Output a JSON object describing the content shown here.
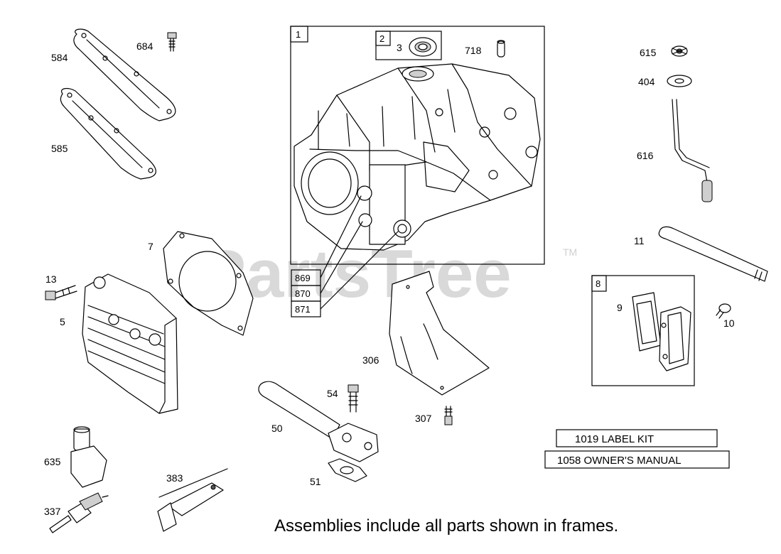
{
  "watermark": {
    "text": "PartsTree",
    "tm": "TM"
  },
  "footer_note": "Assemblies include all parts shown in frames.",
  "kits": {
    "label_kit": "1019 LABEL KIT",
    "owners_manual": "1058 OWNER'S MANUAL"
  },
  "frames": {
    "frame_1": "1",
    "frame_2": "2",
    "frame_8": "8"
  },
  "ref_boxes": [
    "869",
    "870",
    "871"
  ],
  "callouts": {
    "p584": "584",
    "p684": "684",
    "p585": "585",
    "p3": "3",
    "p718": "718",
    "p615": "615",
    "p404": "404",
    "p616": "616",
    "p7": "7",
    "p11": "11",
    "p13": "13",
    "p5": "5",
    "p9": "9",
    "p10": "10",
    "p306": "306",
    "p54": "54",
    "p50": "50",
    "p307": "307",
    "p635": "635",
    "p383": "383",
    "p51": "51",
    "p337": "337"
  },
  "icons": {
    "gasket": "gasket-icon",
    "bolt": "bolt-icon",
    "crankcase": "crankcase-icon",
    "seal": "oil-seal-icon",
    "pin": "dowel-pin-icon",
    "spark_plug": "spark-plug-icon"
  }
}
